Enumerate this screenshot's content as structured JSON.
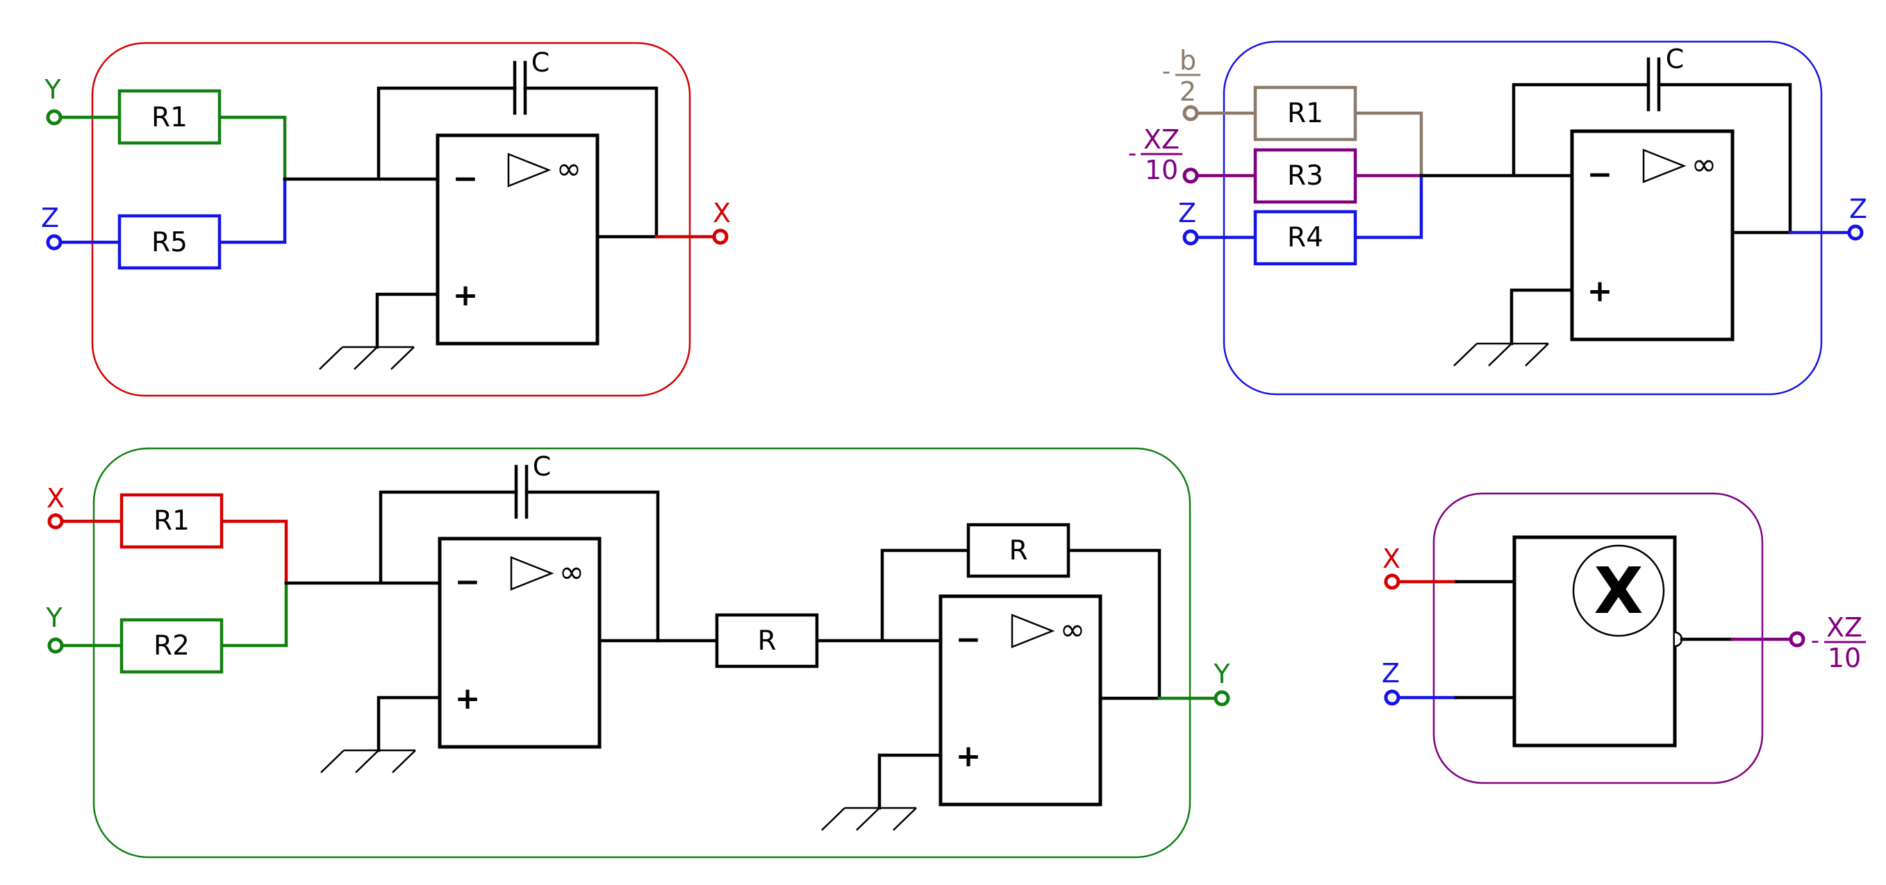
{
  "colors": {
    "red": "#d40000",
    "green": "#118011",
    "blue": "#1414e6",
    "purple": "#800080",
    "taupe": "#8c7b6b",
    "black": "#000000"
  },
  "integrator_x": {
    "inputs": [
      {
        "label": "Y",
        "resistor": "R1"
      },
      {
        "label": "Z",
        "resistor": "R5"
      }
    ],
    "capacitor": "C",
    "output": "X",
    "opamp": {
      "minus": "−",
      "plus": "+",
      "gain": "∞"
    }
  },
  "integrator_z": {
    "inputs": [
      {
        "label_num": "b",
        "label_den": "2",
        "resistor": "R1"
      },
      {
        "label_num": "XZ",
        "label_den": "10",
        "resistor": "R3"
      },
      {
        "label": "Z",
        "resistor": "R4"
      }
    ],
    "neg_sign": "-",
    "capacitor": "C",
    "output": "Z",
    "opamp": {
      "minus": "−",
      "plus": "+",
      "gain": "∞"
    }
  },
  "integrator_y": {
    "inputs": [
      {
        "label": "X",
        "resistor": "R1"
      },
      {
        "label": "Y",
        "resistor": "R2"
      }
    ],
    "capacitor": "C",
    "inverter_resistor": "R",
    "feedback_resistor": "R",
    "output": "Y",
    "opamp": {
      "minus": "−",
      "plus": "+",
      "gain": "∞"
    }
  },
  "multiplier": {
    "inputs": [
      "X",
      "Z"
    ],
    "symbol": "X",
    "output_sign": "-",
    "output_num": "XZ",
    "output_den": "10"
  }
}
